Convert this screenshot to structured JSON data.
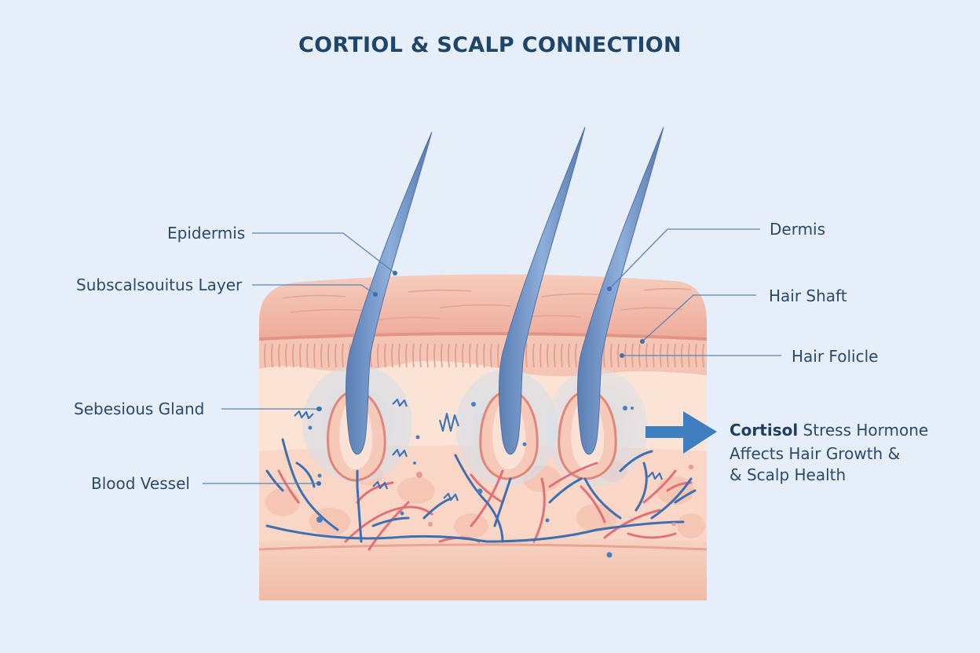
{
  "title": "CORTIOL & SCALP CONNECTION",
  "labels": {
    "epidermis": "Epidermis",
    "subscalp": "Subscalsouitus Layer",
    "sebaceous": "Sebesious Gland",
    "blood_vessel": "Blood Vessel",
    "dermis": "Dermis",
    "hair_shaft": "Hair Shaft",
    "hair_follicle": "Hair Folicle"
  },
  "cortisol": {
    "keyword": "Cortisol",
    "line1_rest": " Stress Hormone",
    "line2": "Affects Hair Growth &",
    "line3": "& Scalp Health"
  },
  "colors": {
    "background": "#e6eff9",
    "skin_top": "#f3c2b2",
    "skin_band": "#f4c4b4",
    "skin_inner": "#fbe4d6",
    "hair": "#6d8fc0",
    "artery": "#e0707a",
    "vein": "#3e6fb1",
    "accent": "#3f7fc0"
  }
}
